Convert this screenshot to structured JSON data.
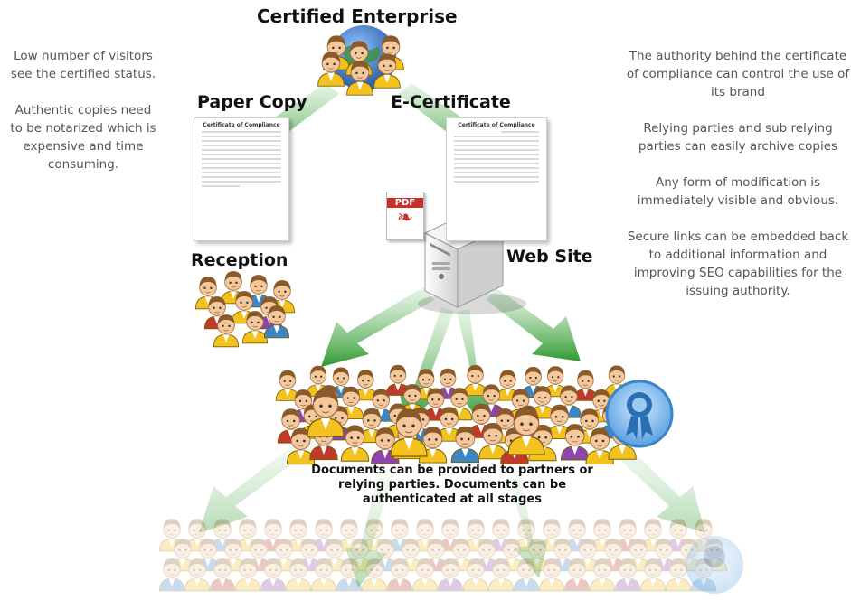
{
  "titles": {
    "certified_enterprise": "Certified Enterprise",
    "paper_copy": "Paper Copy",
    "e_certificate": "E-Certificate",
    "reception": "Reception",
    "web_site": "Web Site"
  },
  "documents": {
    "paper_doc_title": "Certificate of Compliance",
    "e_doc_title": "Certificate of Compliance",
    "pdf_label": "PDF"
  },
  "left_notes": [
    "Low number of visitors see the certified status.",
    "Authentic copies need to be notarized which is expensive and time consuming."
  ],
  "right_notes": [
    "The authority behind the certificate of compliance can control the use of its brand",
    "Relying parties and sub relying parties can easily archive copies",
    "Any form of modification is immediately visible and obvious.",
    "Secure links can be embedded back to additional information and improving SEO capabilities for the issuing authority."
  ],
  "bottom_caption": "Documents can be provided to partners or relying parties.   Documents can be authenticated at all stages",
  "colors": {
    "arrow_green": "#3aa23a",
    "seal_red": "#a31a1a",
    "pdf_red": "#c8312a",
    "badge_blue": "#3a86c8",
    "server_gray": "#e6e6e6",
    "person_yellow": "#f4c21f",
    "person_skin": "#f4c89a",
    "person_hair": "#8b5a2b"
  }
}
